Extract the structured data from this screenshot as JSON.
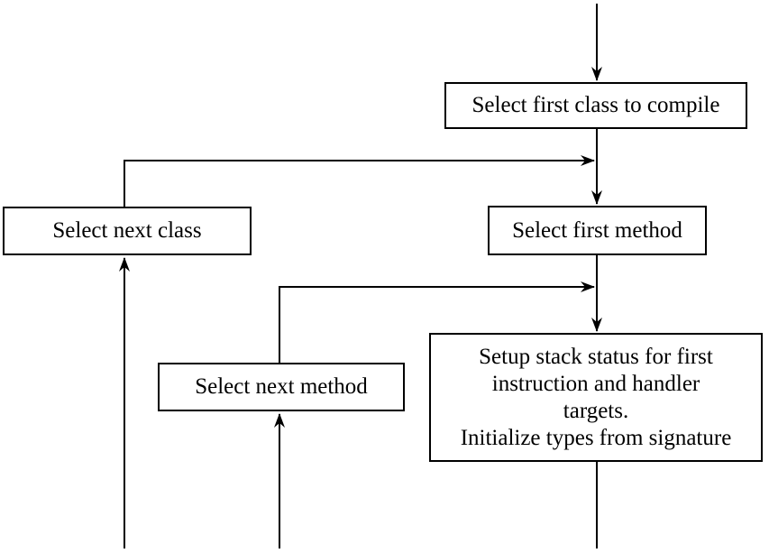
{
  "diagram": {
    "type": "flowchart",
    "colors": {
      "background": "#ffffff",
      "line": "#000000",
      "text": "#000000",
      "node_fill": "#ffffff"
    },
    "nodes": {
      "select_first_class": {
        "label": "Select first class to compile"
      },
      "select_next_class": {
        "label": "Select next class"
      },
      "select_first_method": {
        "label": "Select first method"
      },
      "select_next_method": {
        "label": "Select next method"
      },
      "setup_stack": {
        "lines": [
          "Setup stack status for first",
          "instruction and handler",
          "targets.",
          "Initialize types from signature"
        ]
      }
    },
    "edges": [
      {
        "from": "entry-top",
        "to": "Select first class to compile",
        "arrow": "down"
      },
      {
        "from": "Select first class to compile",
        "to": "Select first method",
        "arrow": "down"
      },
      {
        "from": "Select next class",
        "joins": "line between Select first class to compile and Select first method",
        "arrow": "right"
      },
      {
        "from": "Select first method",
        "to": "Setup stack status for first instruction and handler targets. Initialize types from signature",
        "arrow": "down"
      },
      {
        "from": "Select next method",
        "joins": "line between Select first method and Setup stack status box",
        "arrow": "right"
      },
      {
        "from": "Setup stack status box",
        "to": "exit-bottom",
        "arrow": "none"
      },
      {
        "from": "bottom-edge",
        "to": "Select next class",
        "arrow": "up"
      },
      {
        "from": "bottom-edge",
        "to": "Select next method",
        "arrow": "up"
      }
    ]
  }
}
